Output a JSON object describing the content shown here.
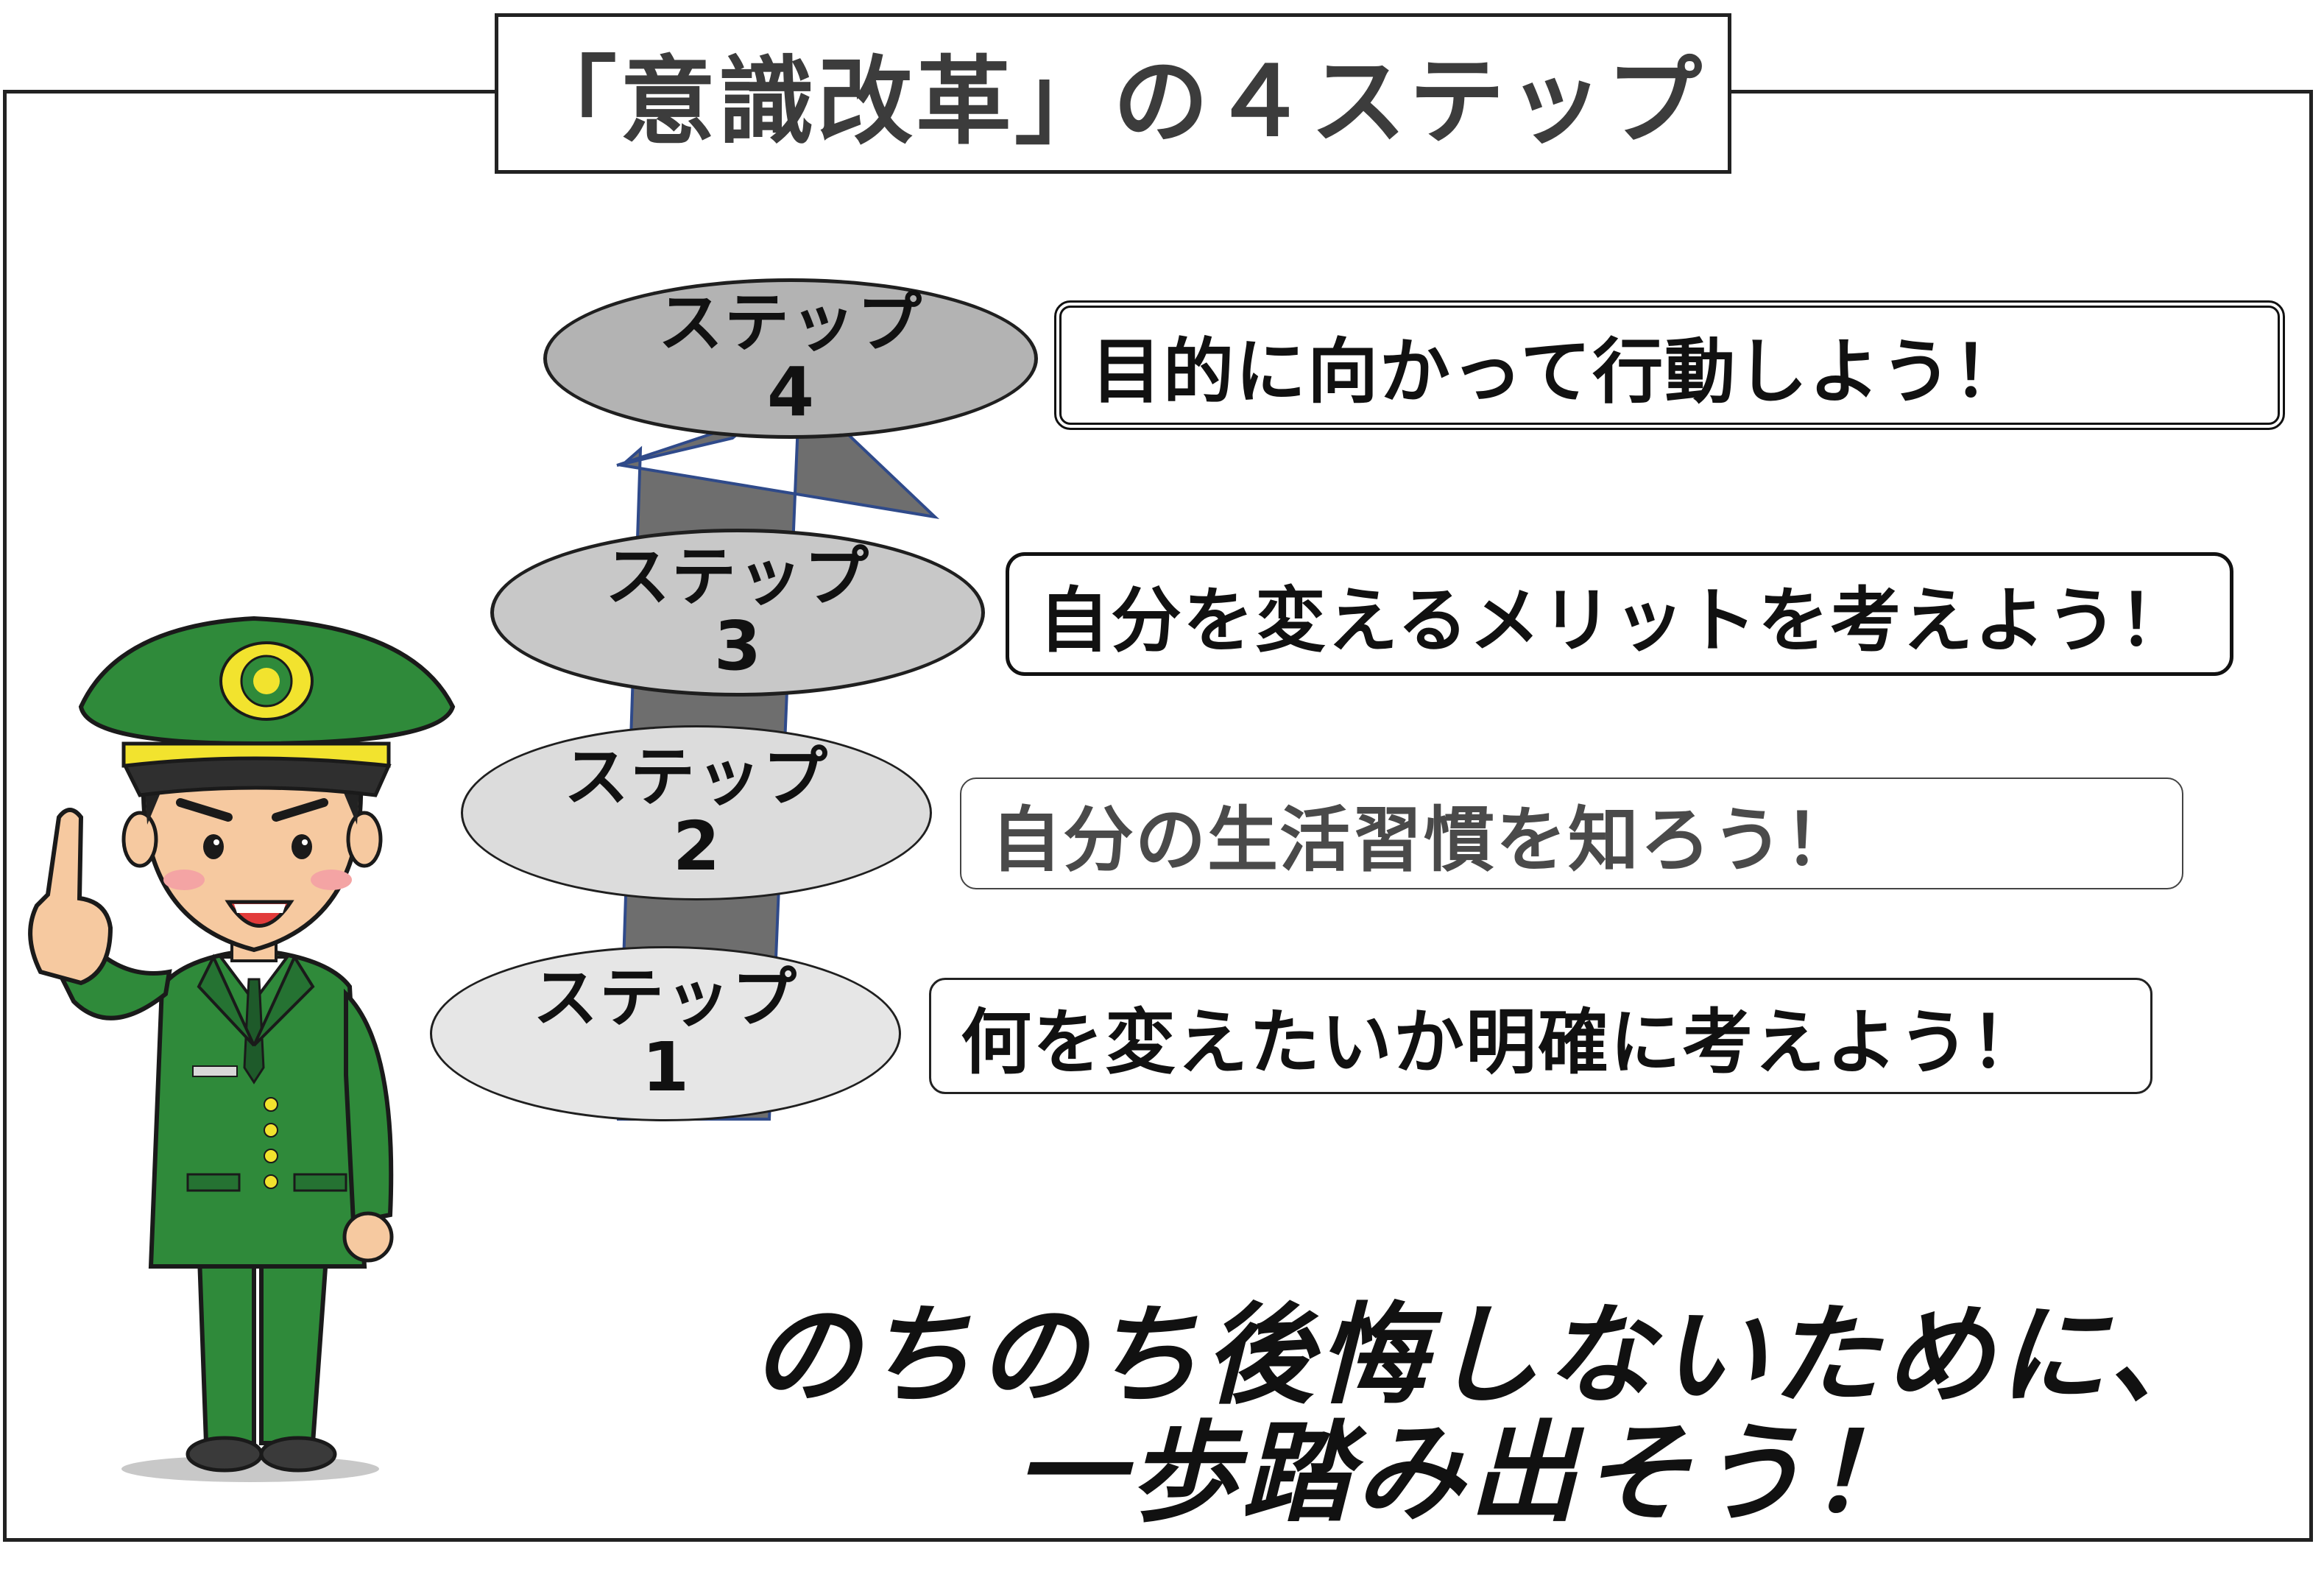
{
  "title": "「意識改革」の４ステップ",
  "steps": [
    {
      "label": "ステップ",
      "number": "4",
      "fill": "#b3b3b3",
      "message": "目的に向かって行動しよう！"
    },
    {
      "label": "ステップ",
      "number": "3",
      "fill": "#c8c8c8",
      "message": "自分を変えるメリットを考えよう！"
    },
    {
      "label": "ステップ",
      "number": "2",
      "fill": "#dcdcdc",
      "message": "自分の生活習慣を知ろう！"
    },
    {
      "label": "ステップ",
      "number": "1",
      "fill": "#e6e6e6",
      "message": "何を変えたいか明確に考えよう！"
    }
  ],
  "slogan": {
    "line1": "のちのち後悔しないために、",
    "line2": "一歩踏み出そう！"
  },
  "colors": {
    "arrow": "#6e6e6e",
    "arrow_outline": "#2f4a8a",
    "uniform_green": "#2f8a3a",
    "cap_band": "#f2e32e"
  },
  "icons": {
    "guide": "soldier-pointing-icon",
    "progress": "up-arrow-icon"
  }
}
